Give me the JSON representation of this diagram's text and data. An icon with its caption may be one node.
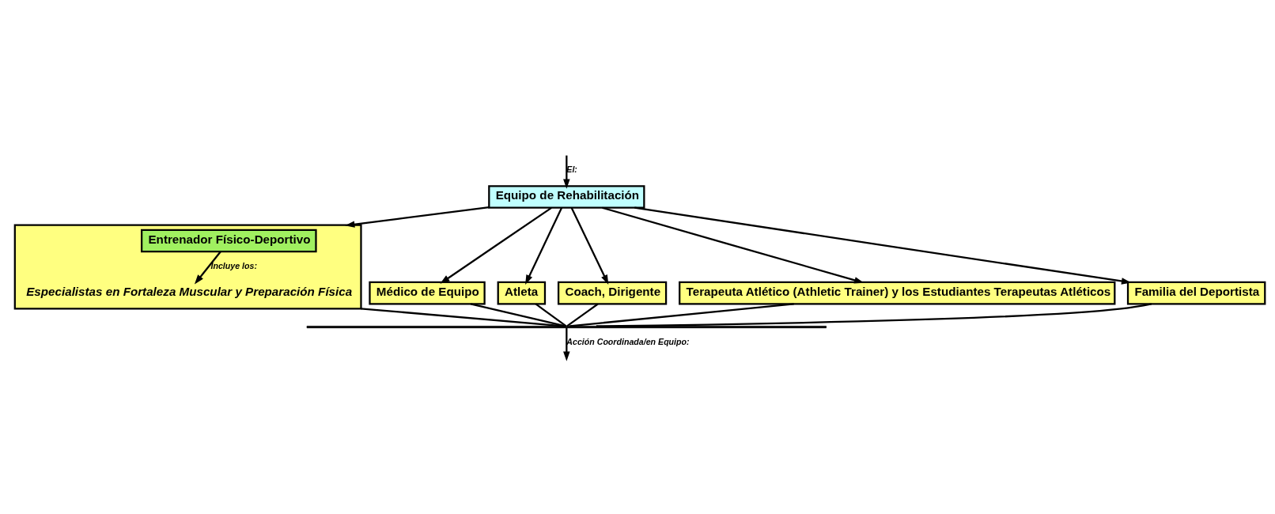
{
  "diagram": {
    "nodes": [
      {
        "text": [
          "Equipo de Rehabilitación"
        ]
      },
      {
        "text": [
          "Médico de Equipo"
        ]
      },
      {
        "text": [
          "Atleta"
        ]
      },
      {
        "text": [
          "Coach, Dirigente"
        ]
      },
      {
        "text": [
          "Terapeuta Atlético (Athletic Trainer) y los Estudiantes Terapeutas Atléticos"
        ]
      },
      {
        "text": [
          "Familia del Deportista"
        ]
      },
      {
        "text": [],
        "shape": "box"
      },
      {
        "text": [
          "Entrenador Físico-Deportivo"
        ],
        "in": 6
      },
      {
        "text": [
          "Especialistas en Fortaleza Muscular y Preparación Física"
        ],
        "in": 6
      },
      {
        "text": [],
        "shape": "bar"
      }
    ],
    "edges": [
      {
        "from": null,
        "to": 0,
        "arrow": "to",
        "label": "El:"
      },
      {
        "from": 0,
        "to": 1,
        "arrow": "to"
      },
      {
        "from": 0,
        "to": 2,
        "arrow": "to"
      },
      {
        "from": 0,
        "to": 3,
        "arrow": "to"
      },
      {
        "from": 0,
        "to": 4,
        "arrow": "to"
      },
      {
        "from": 0,
        "to": 5,
        "arrow": "to"
      },
      {
        "from": 0,
        "to": 6,
        "arrow": "to"
      },
      {
        "from": 7,
        "to": 8,
        "arrow": "to",
        "label": "Incluye los:"
      },
      {
        "from": 1,
        "to": 9,
        "arrow": "none"
      },
      {
        "from": 2,
        "to": 9,
        "arrow": "none"
      },
      {
        "from": 3,
        "to": 9,
        "arrow": "none"
      },
      {
        "from": 4,
        "to": 9,
        "arrow": "none"
      },
      {
        "from": 5,
        "to": 9,
        "arrow": "none"
      },
      {
        "from": 6,
        "to": 9,
        "arrow": "none"
      },
      {
        "from": 9,
        "to": null,
        "arrow": "to",
        "label": "Acción Coordinada/en Equipo:"
      }
    ]
  }
}
